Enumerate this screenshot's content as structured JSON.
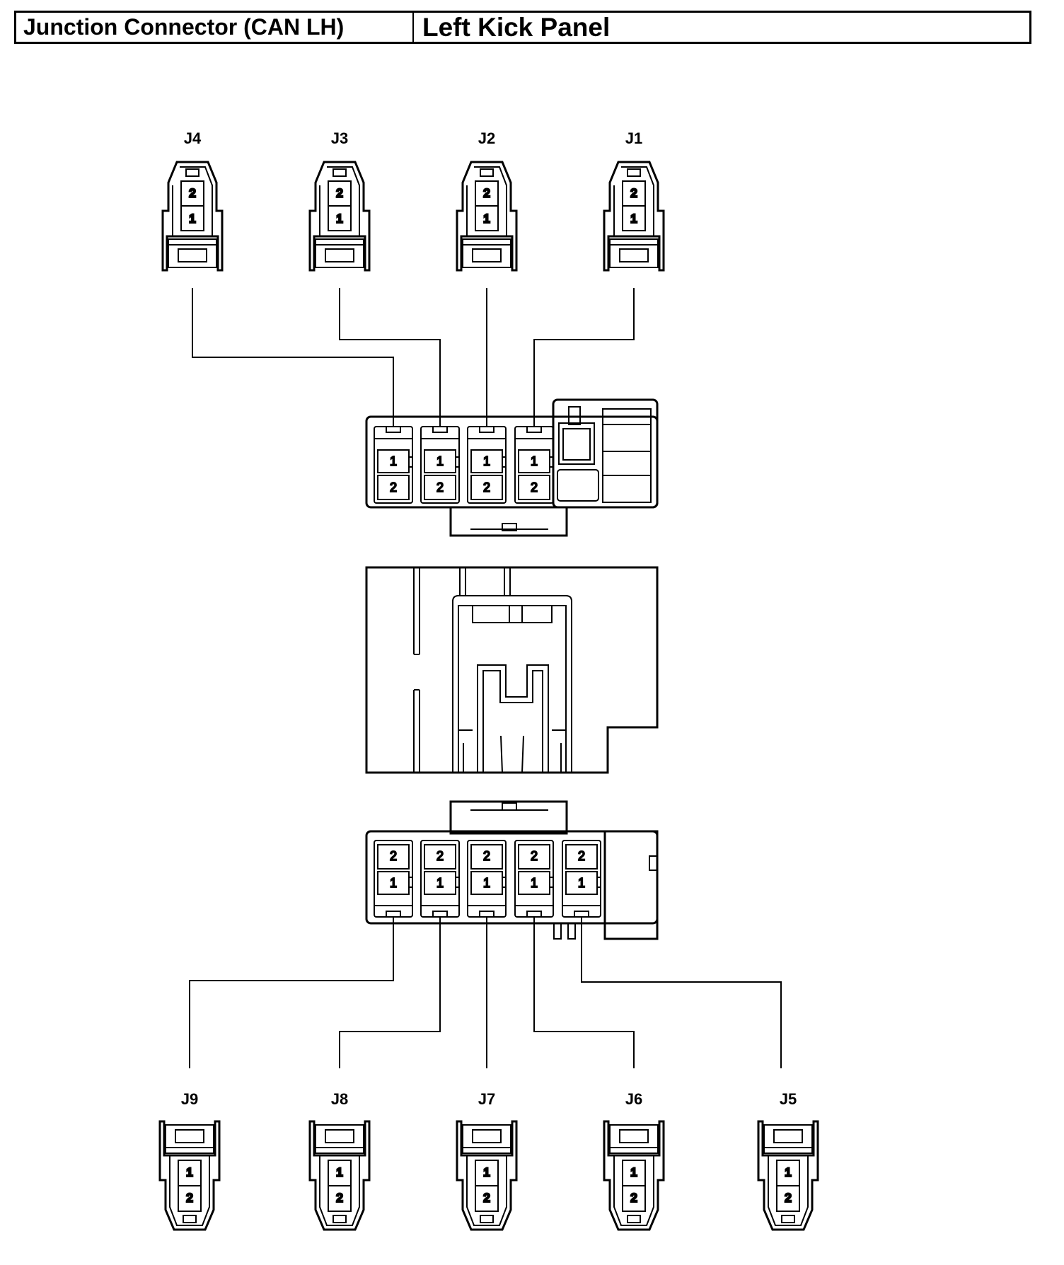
{
  "header": {
    "connector_name": "Junction Connector (CAN LH)",
    "location": "Left Kick Panel"
  },
  "top_connectors": [
    {
      "label": "J4",
      "pins": [
        "2",
        "1"
      ]
    },
    {
      "label": "J3",
      "pins": [
        "2",
        "1"
      ]
    },
    {
      "label": "J2",
      "pins": [
        "2",
        "1"
      ]
    },
    {
      "label": "J1",
      "pins": [
        "2",
        "1"
      ]
    }
  ],
  "bottom_connectors": [
    {
      "label": "J9",
      "pins": [
        "1",
        "2"
      ]
    },
    {
      "label": "J8",
      "pins": [
        "1",
        "2"
      ]
    },
    {
      "label": "J7",
      "pins": [
        "1",
        "2"
      ]
    },
    {
      "label": "J6",
      "pins": [
        "1",
        "2"
      ]
    },
    {
      "label": "J5",
      "pins": [
        "1",
        "2"
      ]
    }
  ],
  "upper_block": {
    "cavities": [
      [
        "1",
        "2"
      ],
      [
        "1",
        "2"
      ],
      [
        "1",
        "2"
      ],
      [
        "1",
        "2"
      ]
    ]
  },
  "lower_block": {
    "cavities": [
      [
        "2",
        "1"
      ],
      [
        "2",
        "1"
      ],
      [
        "2",
        "1"
      ],
      [
        "2",
        "1"
      ],
      [
        "2",
        "1"
      ]
    ]
  }
}
